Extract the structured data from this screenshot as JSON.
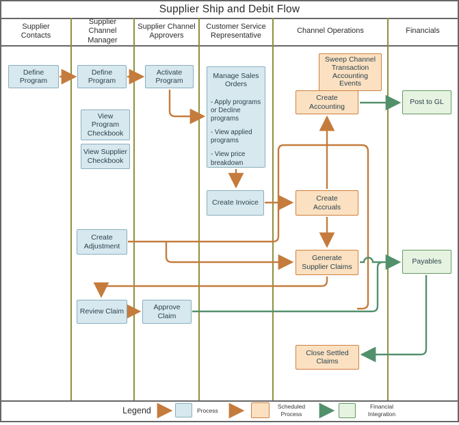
{
  "title": "Supplier Ship and Debit Flow",
  "lanes": {
    "supplier_contacts": {
      "label": "Supplier Contacts"
    },
    "supplier_channel_manager": {
      "label": "Supplier Channel Manager"
    },
    "supplier_channel_approvers": {
      "label": "Supplier Channel Approvers"
    },
    "customer_service_representative": {
      "label": "Customer Service Representative"
    },
    "channel_operations": {
      "label": "Channel Operations"
    },
    "financials": {
      "label": "Financials"
    }
  },
  "nodes": {
    "define_program_supplier": {
      "label": "Define Program",
      "type": "process"
    },
    "define_program_manager": {
      "label": "Define Program",
      "type": "process"
    },
    "activate_program": {
      "label": "Activate Program",
      "type": "process"
    },
    "view_program_checkbook": {
      "label": "View Program Checkbook",
      "type": "process"
    },
    "view_supplier_checkbook": {
      "label": "View Supplier Checkbook",
      "type": "process"
    },
    "manage_sales_orders": {
      "title": "Manage Sales Orders",
      "bullets": [
        "- Apply programs or Decline programs",
        "- View applied programs",
        "- View price breakdown"
      ],
      "type": "process"
    },
    "create_invoice": {
      "label": "Create Invoice",
      "type": "process"
    },
    "create_adjustment": {
      "label": "Create Adjustment",
      "type": "process"
    },
    "review_claim": {
      "label": "Review Claim",
      "type": "process"
    },
    "approve_claim": {
      "label": "Approve Claim",
      "type": "process"
    },
    "sweep_channel_transaction_accounting_events": {
      "label": "Sweep Channel Transaction Accounting Events",
      "type": "scheduled"
    },
    "create_accounting": {
      "label": "Create Accounting",
      "type": "scheduled"
    },
    "create_accruals": {
      "label": "Create Accruals",
      "type": "scheduled"
    },
    "generate_supplier_claims": {
      "label": "Generate Supplier Claims",
      "type": "scheduled"
    },
    "close_settled_claims": {
      "label": "Close Settled Claims",
      "type": "scheduled"
    },
    "post_to_gl": {
      "label": "Post to GL",
      "type": "financial"
    },
    "payables": {
      "label": "Payables",
      "type": "financial"
    }
  },
  "connections": [
    {
      "from": "define_program_supplier",
      "to": "define_program_manager",
      "kind": "process"
    },
    {
      "from": "define_program_manager",
      "to": "activate_program",
      "kind": "process"
    },
    {
      "from": "activate_program",
      "to": "manage_sales_orders",
      "kind": "process"
    },
    {
      "from": "manage_sales_orders",
      "to": "create_invoice",
      "kind": "process"
    },
    {
      "from": "create_invoice",
      "to": "create_accruals",
      "kind": "process"
    },
    {
      "from": "create_adjustment",
      "to": "create_accruals",
      "kind": "process"
    },
    {
      "from": "create_adjustment",
      "to": "generate_supplier_claims",
      "kind": "process"
    },
    {
      "from": "approve_claim",
      "to": "create_accruals",
      "kind": "process"
    },
    {
      "from": "create_accruals",
      "to": "create_accounting",
      "kind": "process"
    },
    {
      "from": "create_accruals",
      "to": "generate_supplier_claims",
      "kind": "process"
    },
    {
      "from": "generate_supplier_claims",
      "to": "review_claim",
      "kind": "process"
    },
    {
      "from": "review_claim",
      "to": "approve_claim",
      "kind": "process"
    },
    {
      "from": "create_accounting",
      "to": "post_to_gl",
      "kind": "financial"
    },
    {
      "from": "generate_supplier_claims",
      "to": "payables",
      "kind": "financial"
    },
    {
      "from": "approve_claim",
      "to": "payables",
      "kind": "financial"
    },
    {
      "from": "payables",
      "to": "close_settled_claims",
      "kind": "financial"
    }
  ],
  "legend": {
    "title": "Legend",
    "items": [
      {
        "label": "Process",
        "type": "process"
      },
      {
        "label": "Scheduled Process",
        "type": "scheduled"
      },
      {
        "label": "Financial Integration",
        "type": "financial"
      }
    ]
  },
  "colors": {
    "process_fill": "#d8e8ef",
    "process_border": "#86aebd",
    "scheduled_fill": "#fbe1c1",
    "scheduled_border": "#cd7f3e",
    "financial_fill": "#e6f3e1",
    "financial_border": "#62995e",
    "flow_process": "#c47b3c",
    "flow_financial": "#52906b",
    "lane_divider": "#8f8f3c",
    "frame": "#666666"
  }
}
